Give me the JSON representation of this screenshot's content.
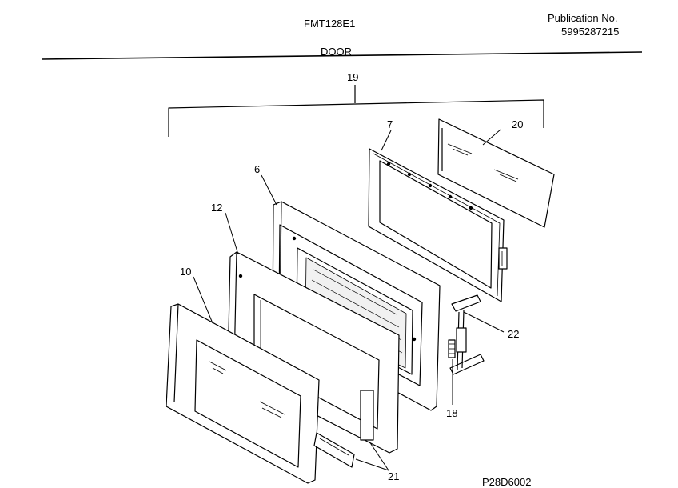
{
  "header": {
    "model": "FMT128E1",
    "publication_label": "Publication No.",
    "publication_number": "5995287215",
    "section_title": "DOOR"
  },
  "footer": {
    "figure_id": "P28D6002"
  },
  "callouts": {
    "assembly": "19",
    "glass_outer": "20",
    "choke_frame": "7",
    "door_frame": "6",
    "inner_panel": "12",
    "outer_panel": "10",
    "latch_hook": "22",
    "spring": "18",
    "trim": "21"
  }
}
